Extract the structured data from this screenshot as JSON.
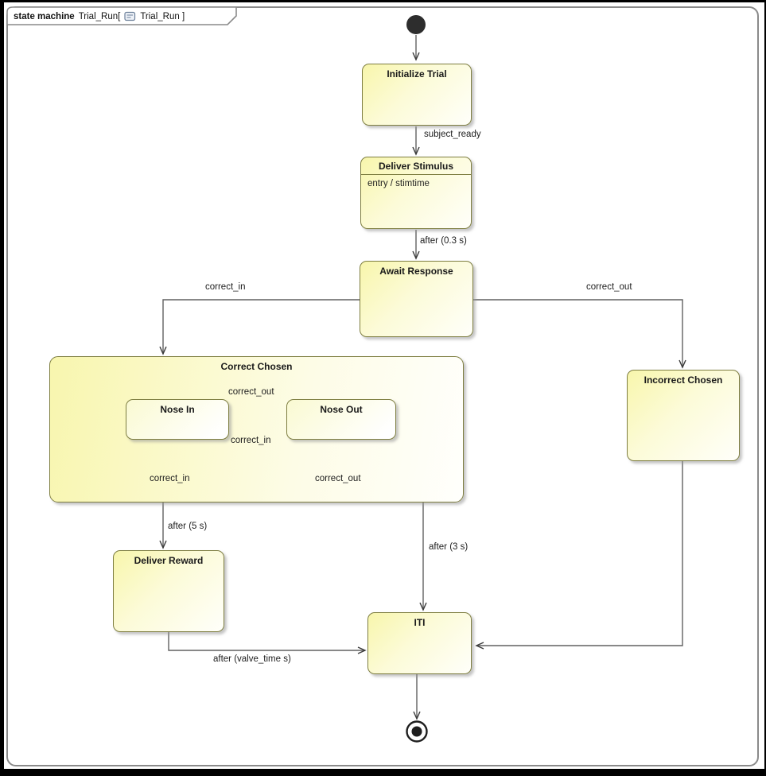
{
  "frame": {
    "keyword": "state machine",
    "name": "Trial_Run[",
    "ref": "Trial_Run ]",
    "icon": "state-machine-diagram-icon"
  },
  "states": [
    {
      "id": "initialize-trial",
      "name": "Initialize Trial"
    },
    {
      "id": "deliver-stimulus",
      "name": "Deliver Stimulus",
      "entry": "entry / stimtime"
    },
    {
      "id": "await-response",
      "name": "Await Response"
    },
    {
      "id": "correct-chosen",
      "name": "Correct Chosen"
    },
    {
      "id": "nose-in",
      "name": "Nose In"
    },
    {
      "id": "nose-out",
      "name": "Nose Out"
    },
    {
      "id": "incorrect-chosen",
      "name": "Incorrect Chosen"
    },
    {
      "id": "deliver-reward",
      "name": "Deliver Reward"
    },
    {
      "id": "iti",
      "name": "ITI"
    }
  ],
  "transitions": {
    "subject_ready": "subject_ready",
    "after_stimulus": "after (0.3 s)",
    "correct_in": "correct_in",
    "correct_out": "correct_out",
    "nose_in_to_nose_out": "correct_out",
    "nose_out_to_nose_in": "correct_in",
    "nose_in_self": "correct_in",
    "nose_out_self": "correct_out",
    "after_5s": "after (5 s)",
    "after_3s": "after (3 s)",
    "after_valve_time": "after (valve_time s)"
  },
  "nodes": {
    "initial": "initial-pseudostate",
    "inner_initial": "initial-pseudostate",
    "final": "final-state"
  },
  "colors": {
    "state_fill_start": "#f8f6ac",
    "state_fill_end": "#fffffa",
    "state_border": "#7e7e41",
    "transition_line": "#616161",
    "frame_border": "#8a8a8a",
    "pseudostate_fill": "#2d2d2d"
  }
}
